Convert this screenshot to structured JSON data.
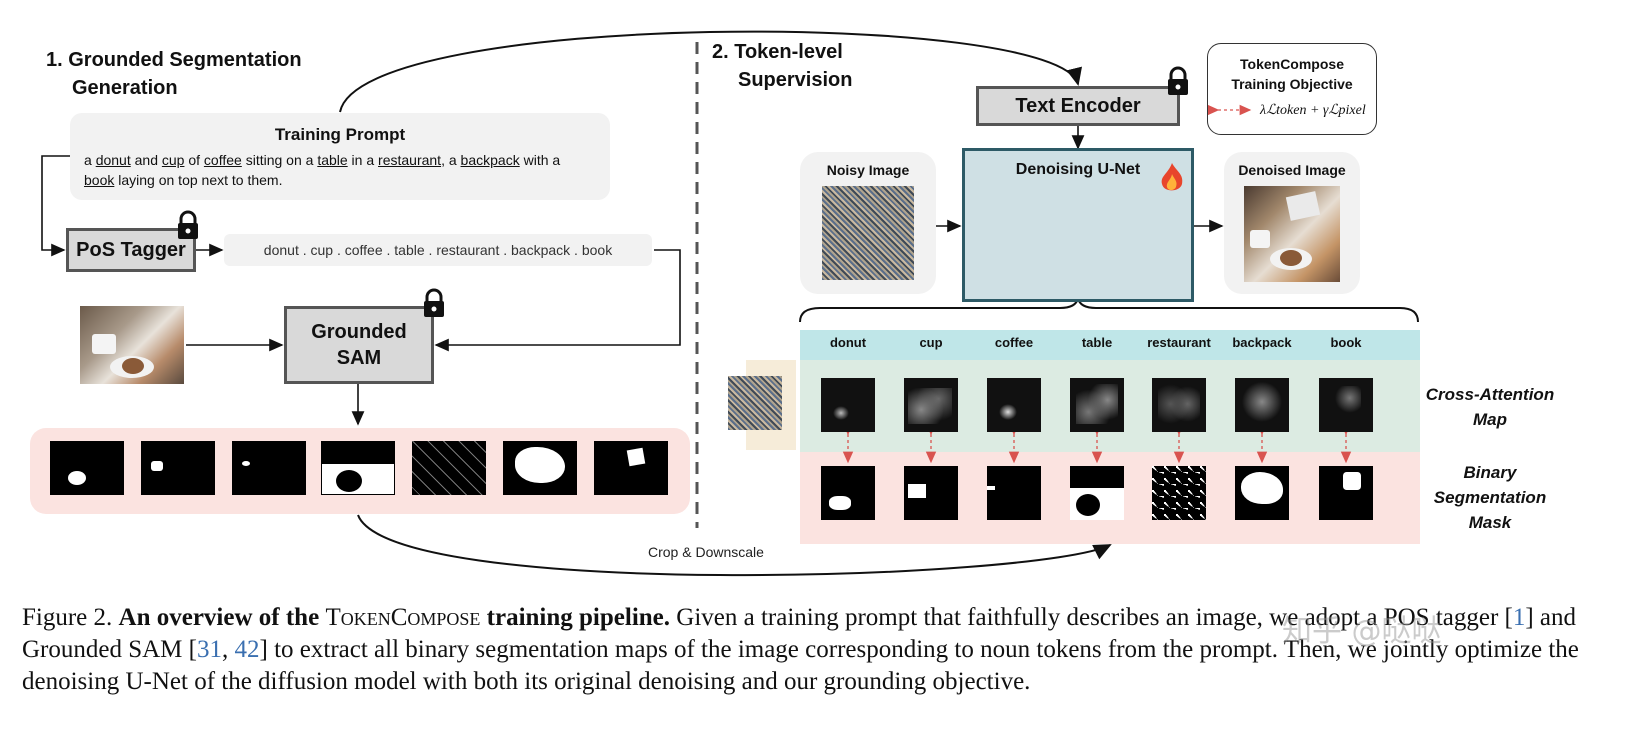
{
  "section1": {
    "title_line1": "1. Grounded Segmentation",
    "title_line2": "Generation"
  },
  "section2": {
    "title_line1": "2. Token-level",
    "title_line2": "Supervision"
  },
  "prompt": {
    "title": "Training Prompt",
    "words": [
      {
        "t": "a ",
        "u": false
      },
      {
        "t": "donut",
        "u": true
      },
      {
        "t": " and ",
        "u": false
      },
      {
        "t": "cup",
        "u": true
      },
      {
        "t": " of ",
        "u": false
      },
      {
        "t": "coffee",
        "u": true
      },
      {
        "t": " sitting on a ",
        "u": false
      },
      {
        "t": "table",
        "u": true
      },
      {
        "t": " in a ",
        "u": false
      },
      {
        "t": "restaurant",
        "u": true
      },
      {
        "t": ", a ",
        "u": false
      },
      {
        "t": "backpack",
        "u": true
      },
      {
        "t": " with a ",
        "u": false
      },
      {
        "t": "book",
        "u": true
      },
      {
        "t": " laying on top next to them.",
        "u": false
      }
    ]
  },
  "pos_tagger": {
    "label": "PoS Tagger"
  },
  "tokens_line": "donut . cup . coffee . table . restaurant . backpack . book",
  "grounded_sam": {
    "line1": "Grounded",
    "line2": "SAM"
  },
  "text_encoder": {
    "label": "Text Encoder"
  },
  "objective": {
    "title_line1": "TokenCompose",
    "title_line2": "Training Objective",
    "formula": "λℒtoken + γℒpixel"
  },
  "noisy_image": {
    "label": "Noisy Image"
  },
  "unet": {
    "label": "Denoising U-Net"
  },
  "denoised_image": {
    "label": "Denoised Image"
  },
  "tokens": [
    "donut",
    "cup",
    "coffee",
    "table",
    "restaurant",
    "backpack",
    "book"
  ],
  "row_labels": {
    "cross_attention": [
      "Cross-Attention",
      "Map"
    ],
    "binary_mask": [
      "Binary",
      "Segmentation",
      "Mask"
    ]
  },
  "crop_label": "Crop & Downscale",
  "caption": {
    "fig": "Figure 2.",
    "bold_a": "An overview of the",
    "name": "TokenCompose",
    "bold_b": "training pipeline.",
    "text_a": "Given a training prompt that faithfully describes an image, we adopt a POS tagger [",
    "ref1": "1",
    "text_b": "] and Grounded SAM [",
    "ref2": "31",
    "ref3": "42",
    "text_c": "] to extract all binary segmentation maps of the image corresponding to noun tokens from the prompt. Then, we jointly optimize the denoising U-Net of the diffusion model with both its original denoising and our grounding objective."
  },
  "watermark": "知乎 @哒哒",
  "colors": {
    "unet_border": "#2d5a66",
    "unet_fill": "#cfe0e4",
    "unet_bar": "#ee7d33",
    "mask_bg": "#fbe3e0",
    "token_bg": "#bfe6e8",
    "attn_bg": "#dcebe2",
    "dashed_arrow": "#d9534f"
  }
}
